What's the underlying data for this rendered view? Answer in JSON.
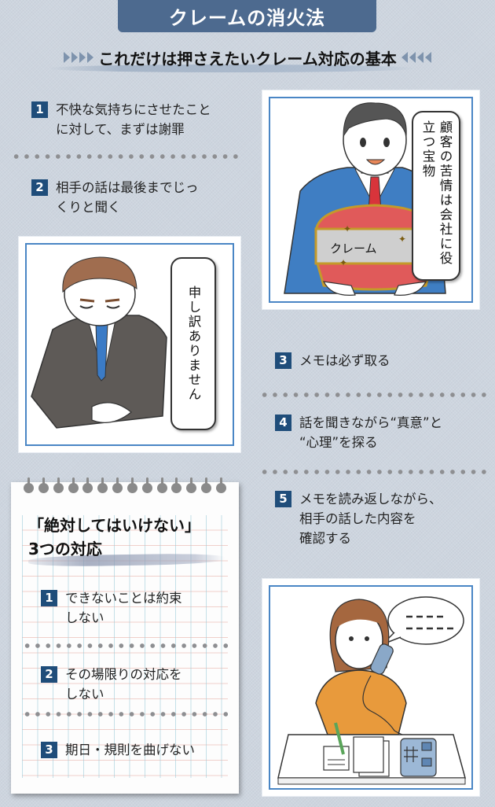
{
  "header": {
    "title": "クレームの消火法",
    "subtitle": "これだけは押さえたいクレーム対応の基本"
  },
  "basics": [
    {
      "number": "1",
      "text": "不快な気持ちにさせたこと\nに対して、まずは謝罪"
    },
    {
      "number": "2",
      "text": "相手の話は最後までじっ\nくりと聞く"
    },
    {
      "number": "3",
      "text": "メモは必ず取る"
    },
    {
      "number": "4",
      "text": "話を聞きながら“真意”と\n“心理”を探る"
    },
    {
      "number": "5",
      "text": "メモを読み返しながら、\n相手の話した内容を\n確認する"
    }
  ],
  "illustrations": {
    "treasure": {
      "speech": "顧客の苦情は会社に役立つ宝物",
      "chest_label": "クレーム"
    },
    "bowing": {
      "speech": "申し訳ありません"
    },
    "phone": {
      "speech": "---- -----"
    }
  },
  "notebook": {
    "title": "「絶対してはいけない」\n3つの対応",
    "items": [
      {
        "number": "1",
        "text": "できないことは約束\nしない"
      },
      {
        "number": "2",
        "text": "その場限りの対応を\nしない"
      },
      {
        "number": "3",
        "text": "期日・規則を曲げない"
      }
    ]
  },
  "colors": {
    "background": "#cdd5df",
    "title_bar": "#4d6a8f",
    "number_badge": "#1f4d7a",
    "panel_border": "#4a86c5"
  }
}
